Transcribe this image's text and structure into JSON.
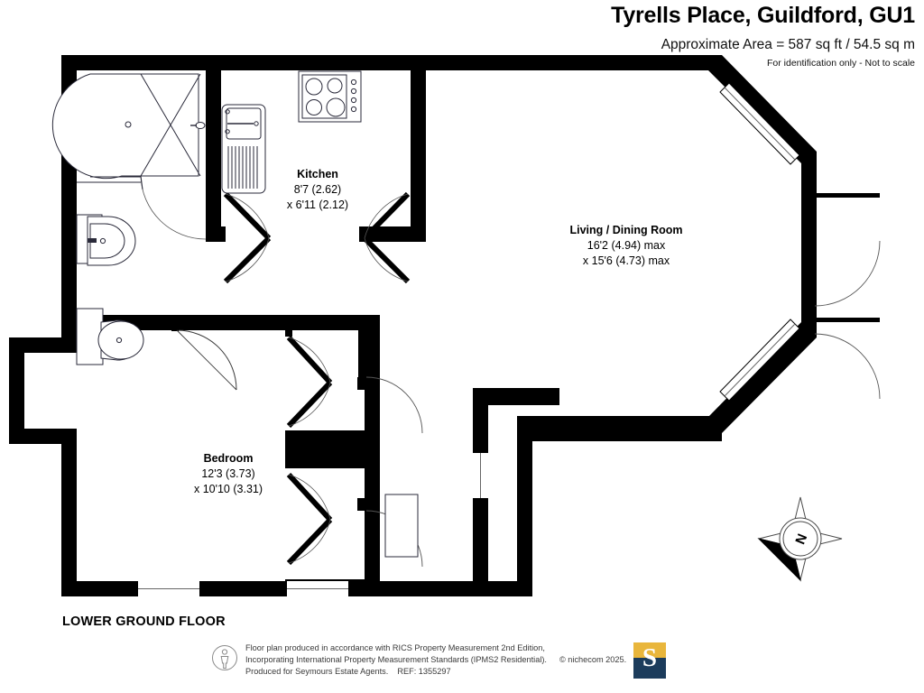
{
  "header": {
    "title": "Tyrells Place, Guildford, GU1",
    "area": "Approximate Area = 587 sq ft / 54.5 sq m",
    "disclaimer": "For identification only - Not to scale"
  },
  "floor": {
    "label": "LOWER GROUND FLOOR"
  },
  "rooms": [
    {
      "name": "Kitchen",
      "dim1": "8'7 (2.62)",
      "dim2": "x 6'11 (2.12)"
    },
    {
      "name": "Living / Dining Room",
      "dim1": "16'2 (4.94) max",
      "dim2": "x 15'6 (4.73) max"
    },
    {
      "name": "Bedroom",
      "dim1": "12'3 (3.73)",
      "dim2": "x 10'10 (3.31)"
    }
  ],
  "compass": {
    "north_label": "N"
  },
  "footer": {
    "line1": "Floor plan produced in accordance with RICS Property Measurement 2nd Edition,",
    "line2": "Incorporating International Property Measurement Standards (IPMS2 Residential).",
    "copyright": "© nichecom 2025.",
    "line3": "Produced for Seymours Estate Agents.",
    "ref": "REF: 1355297",
    "logo_letter": "S"
  },
  "colors": {
    "wall": "#000000",
    "paper": "#ffffff",
    "fixture_line": "#2a2a3a",
    "logo_gold": "#e9b63c",
    "logo_navy": "#1c3c5c"
  }
}
